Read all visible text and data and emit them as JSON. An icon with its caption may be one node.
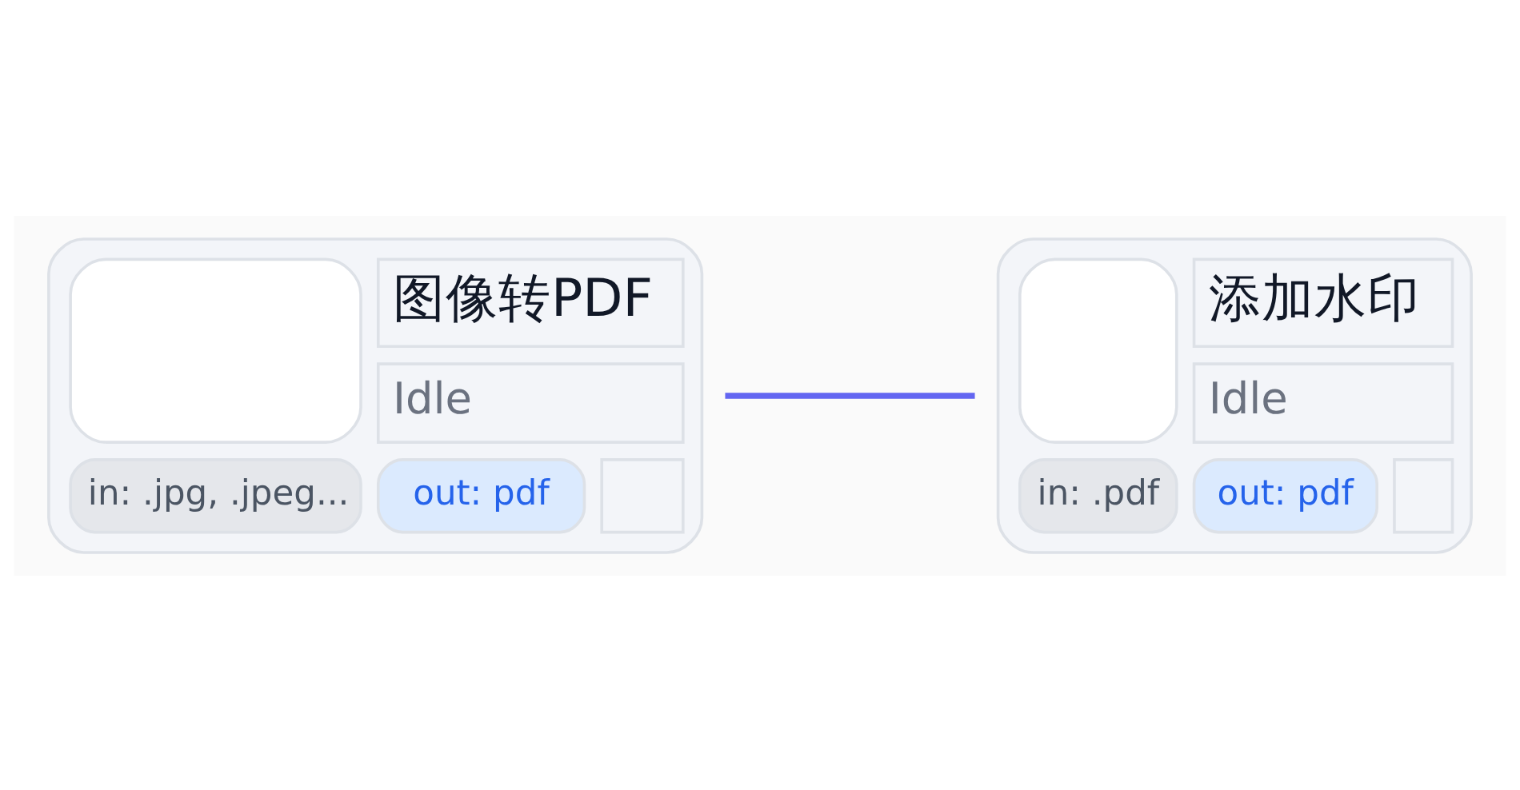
{
  "diagram": {
    "nodes": [
      {
        "text": [
          "图像转PDF",
          "Idle",
          "in: .jpg, .jpeg...",
          "out: pdf"
        ]
      },
      {
        "text": [
          "添加水印",
          "Idle",
          "in: .pdf",
          "out: pdf"
        ]
      }
    ],
    "edges": [
      {
        "from": 0,
        "to": 1,
        "arrow": "none"
      }
    ]
  }
}
